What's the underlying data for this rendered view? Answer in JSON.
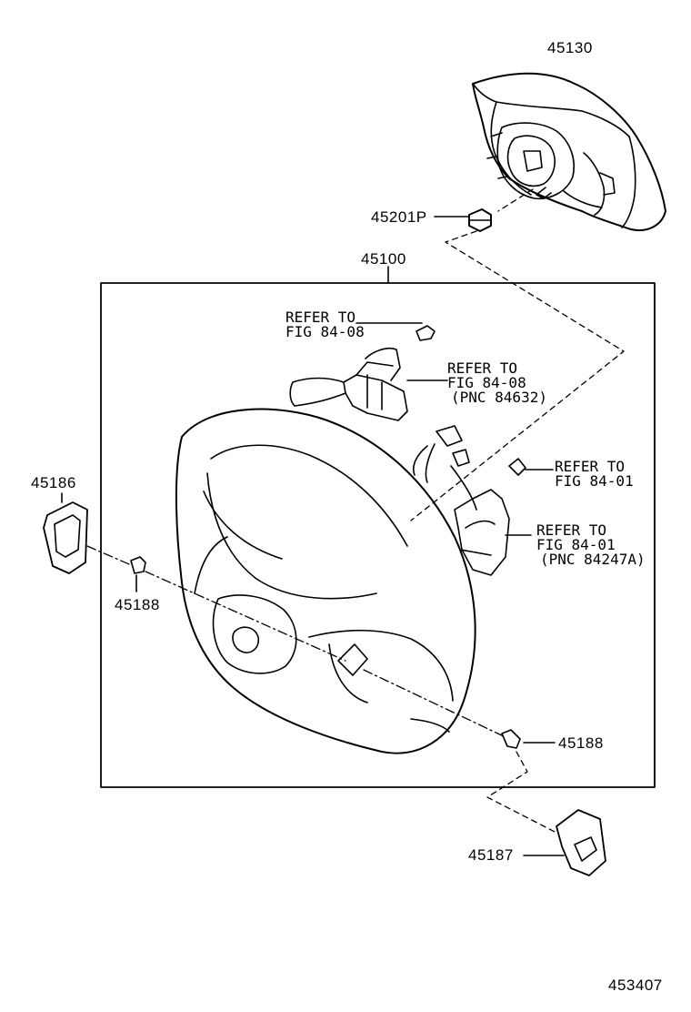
{
  "diagram": {
    "part_numbers": {
      "airbag": "45130",
      "airbag_bolt": "45201P",
      "wheel_assy": "45100",
      "cover_left": "45186",
      "screw_left": "45188",
      "screw_right": "45188",
      "cover_right": "45187"
    },
    "refs": {
      "bolt_switch_l1": "REFER TO",
      "bolt_switch_l2": "FIG 84-08",
      "switch_l1": "REFER TO",
      "switch_l2": "FIG 84-08",
      "switch_l3": "(PNC 84632)",
      "bolt_right_l1": "REFER TO",
      "bolt_right_l2": "FIG 84-01",
      "switch_right_l1": "REFER TO",
      "switch_right_l2": "FIG 84-01",
      "switch_right_l3": "(PNC 84247A)"
    },
    "figure_id": "453407",
    "colors": {
      "ink": "#000000",
      "background": "#ffffff"
    }
  }
}
